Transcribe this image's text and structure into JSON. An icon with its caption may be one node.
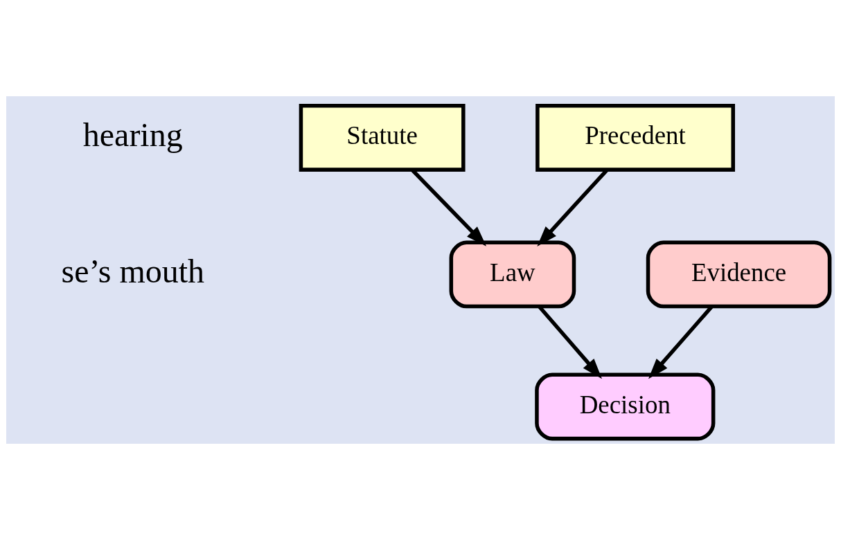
{
  "diagram": {
    "nodes": [
      {
        "text": [
          "Statute"
        ]
      },
      {
        "text": [
          "Precedent"
        ]
      },
      {
        "text": [
          "Evidence"
        ]
      },
      {
        "text": [
          "Law"
        ]
      },
      {
        "text": [
          "Decision"
        ]
      }
    ],
    "edges": [
      {
        "from": 0,
        "to": 3,
        "arrow": "to"
      },
      {
        "from": 1,
        "to": 3,
        "arrow": "to"
      },
      {
        "from": 2,
        "to": 4,
        "arrow": "to"
      },
      {
        "from": 3,
        "to": 4,
        "arrow": "to"
      }
    ],
    "labels": [
      "hearing",
      "se’s mouth"
    ]
  }
}
